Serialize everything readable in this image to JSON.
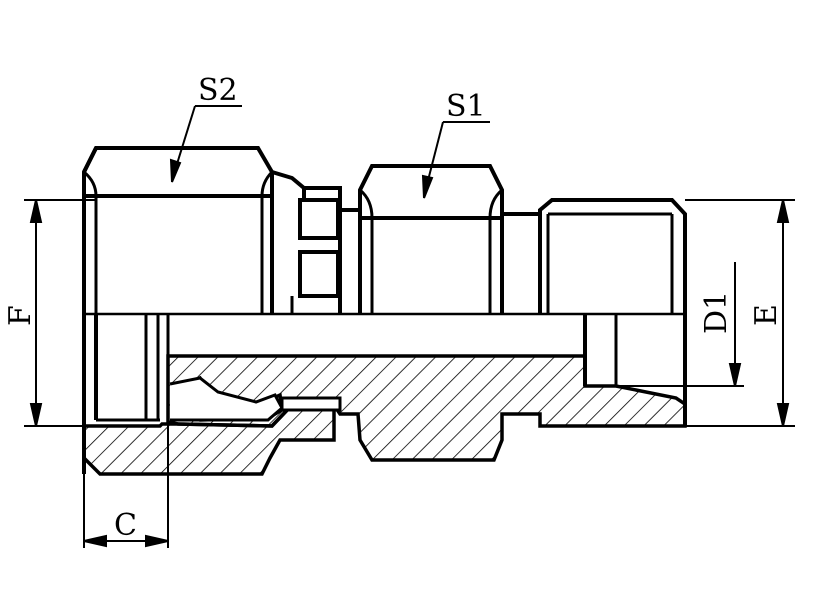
{
  "labels": {
    "s2": "S2",
    "s1": "S1",
    "f": "F",
    "c": "C",
    "d1": "D1",
    "e": "E"
  },
  "colors": {
    "line": "#000000",
    "background": "#ffffff"
  }
}
